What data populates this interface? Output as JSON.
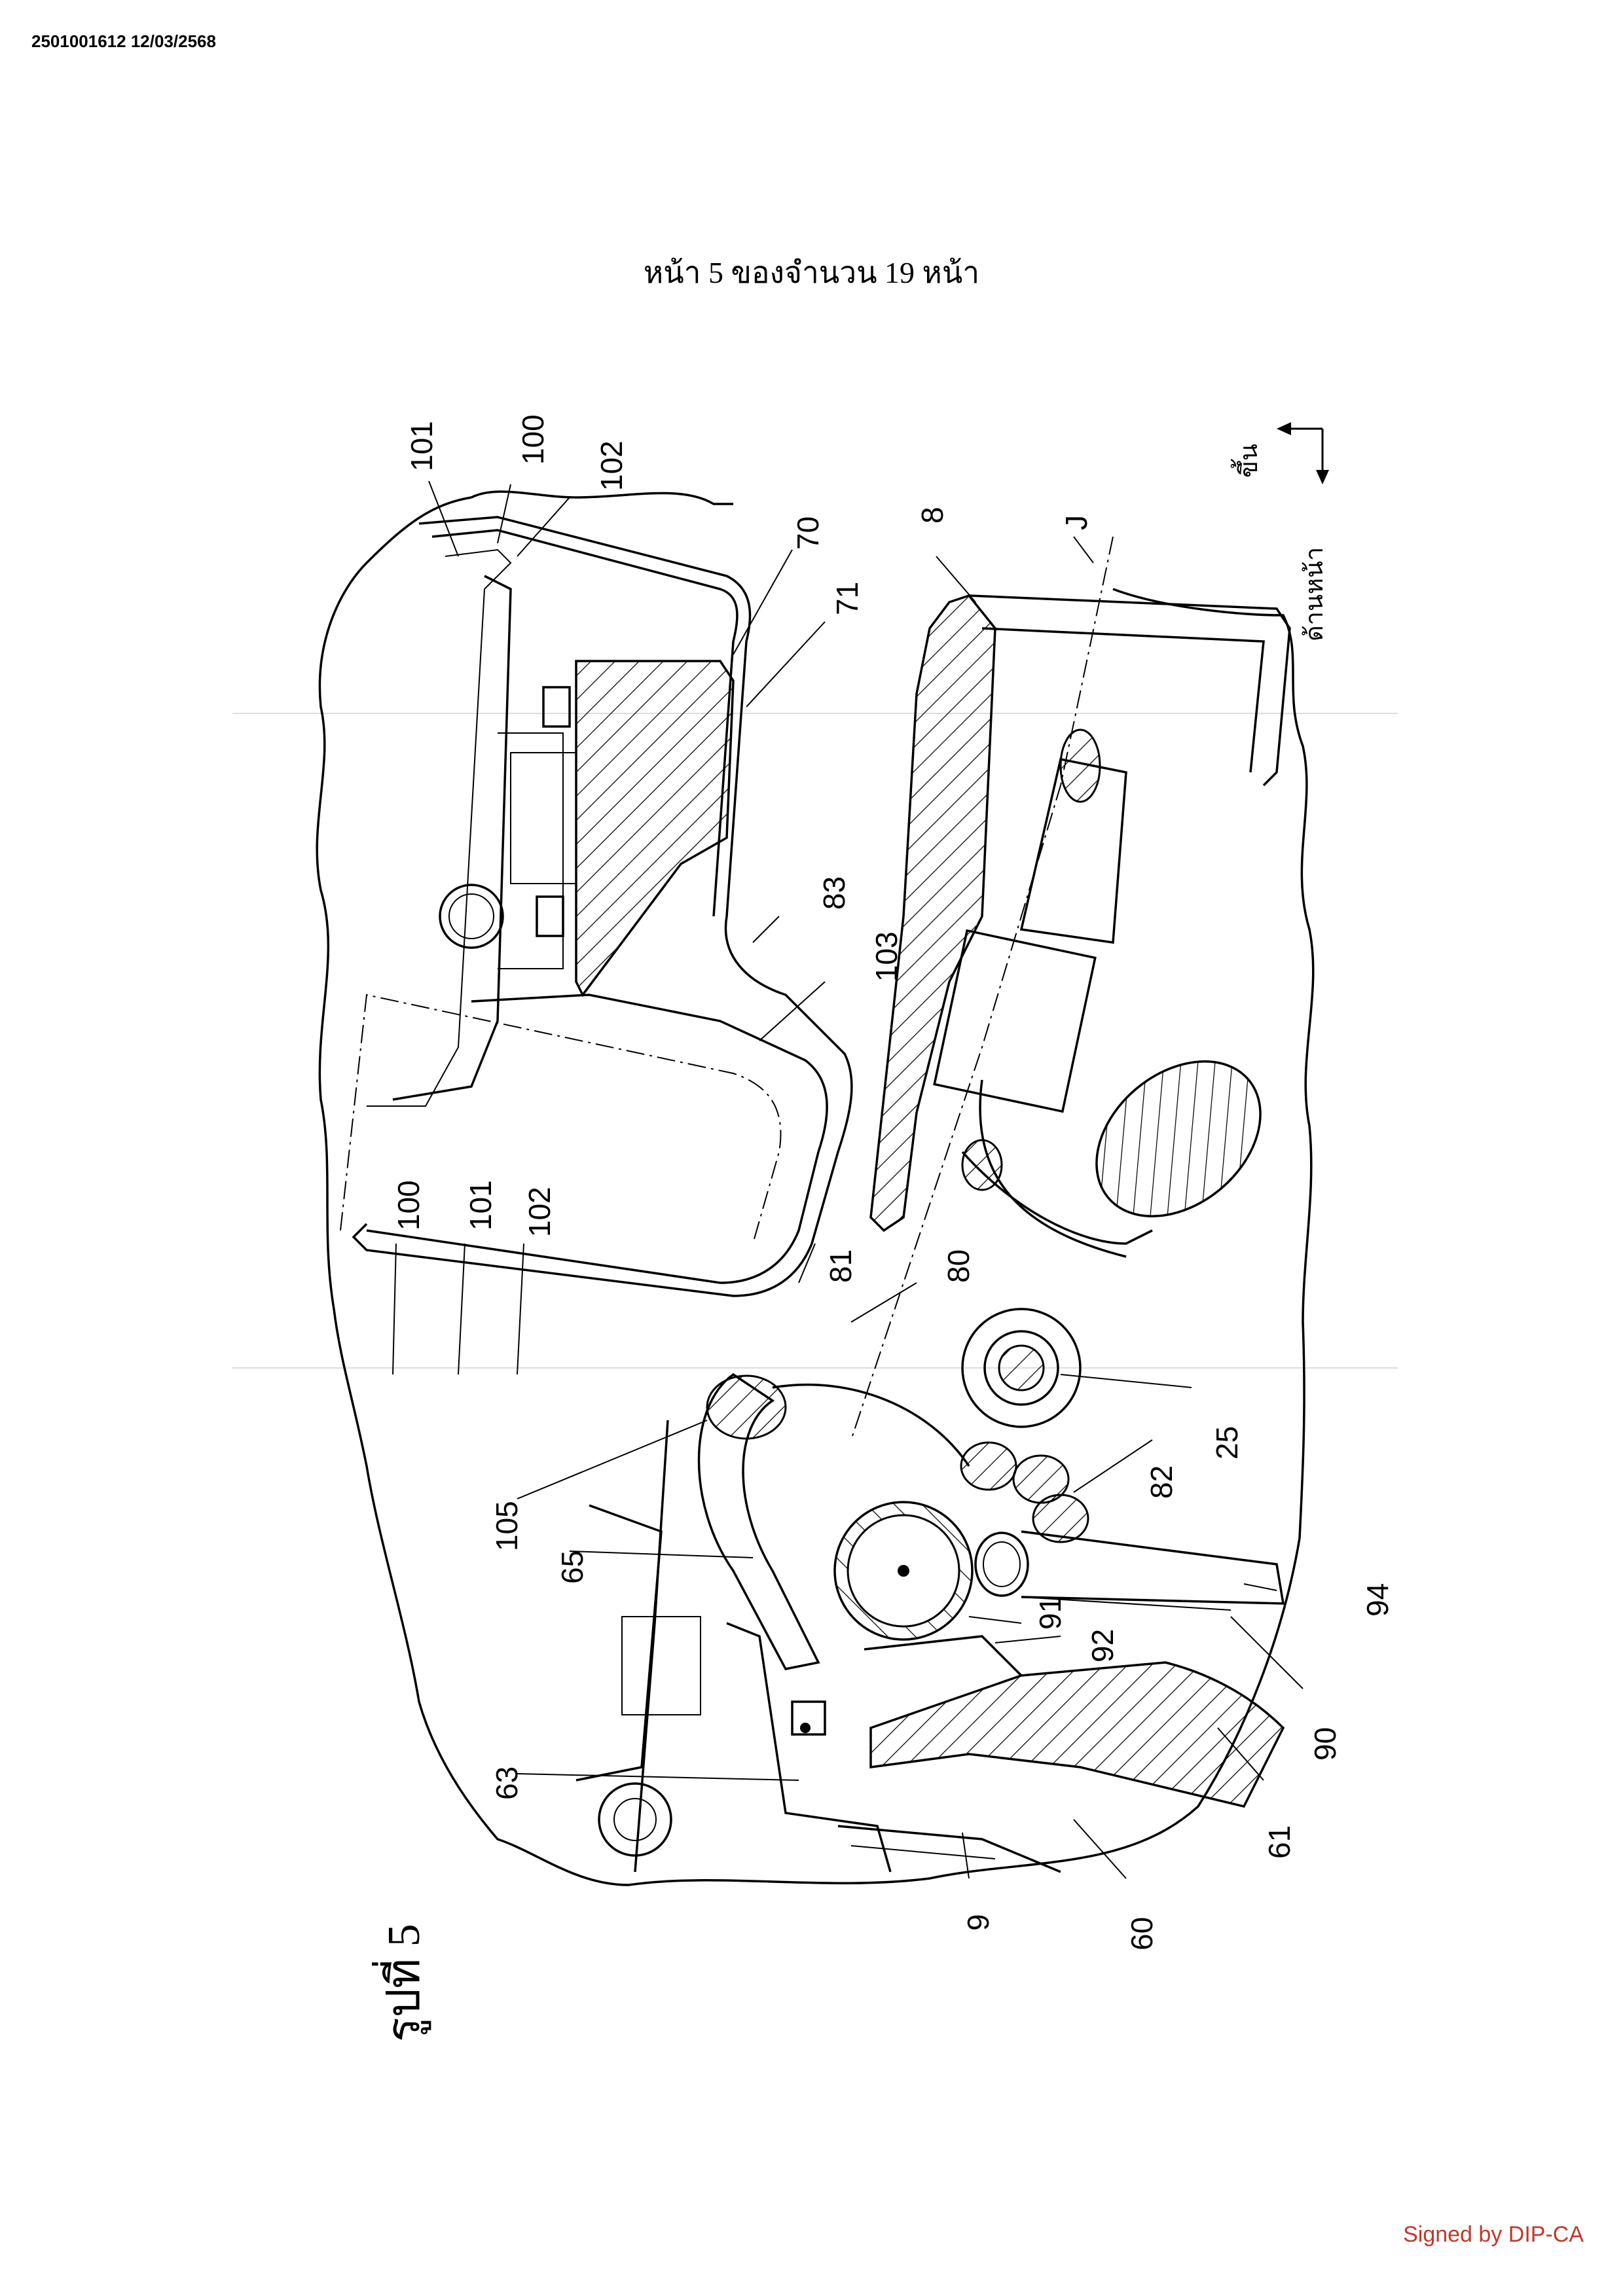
{
  "header": {
    "doc_id": "2501001612 12/03/2568"
  },
  "page": {
    "count_text": "หน้า 5 ของจำนวน 19 หน้า"
  },
  "figure": {
    "caption": "รูปที่ 5",
    "direction_up": "ขึ้น",
    "direction_front": "ด้านหน้า",
    "labels": {
      "l101a": "101",
      "l100a": "100",
      "l102a": "102",
      "l70": "70",
      "l71": "71",
      "l8": "8",
      "lJ": "J",
      "l83": "83",
      "l103": "103",
      "l100b": "100",
      "l101b": "101",
      "l102b": "102",
      "l81": "81",
      "l80": "80",
      "l82": "82",
      "l25": "25",
      "l105": "105",
      "l65": "65",
      "l94": "94",
      "l91": "91",
      "l92": "92",
      "l90": "90",
      "l63": "63",
      "l61": "61",
      "l60": "60",
      "l9": "9"
    }
  },
  "footer": {
    "signed_text": "Signed by DIP-CA"
  },
  "colors": {
    "signature": "#c0392b",
    "ink": "#000000"
  }
}
